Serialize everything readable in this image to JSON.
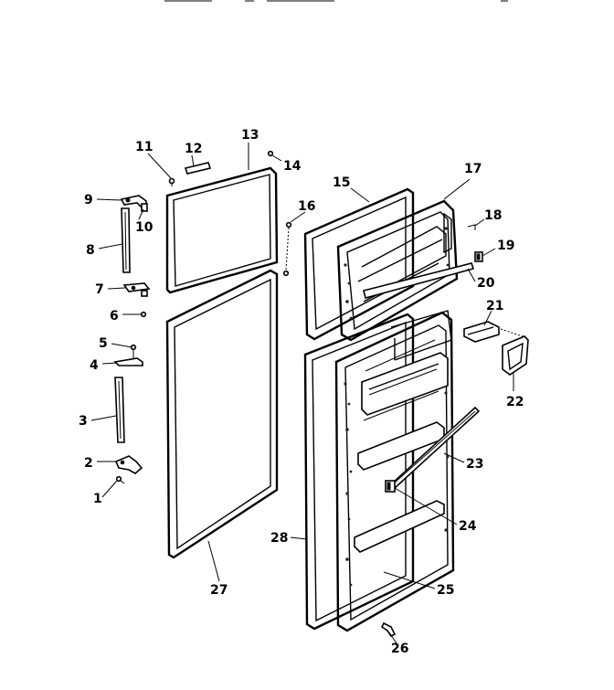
{
  "diagram": {
    "callouts": [
      "1",
      "2",
      "3",
      "4",
      "5",
      "6",
      "7",
      "8",
      "9",
      "10",
      "11",
      "12",
      "13",
      "14",
      "15",
      "16",
      "17",
      "18",
      "19",
      "20",
      "21",
      "22",
      "23",
      "24",
      "25",
      "26",
      "27",
      "28"
    ]
  },
  "colors": {
    "ink": "#000000",
    "paper": "#ffffff"
  }
}
